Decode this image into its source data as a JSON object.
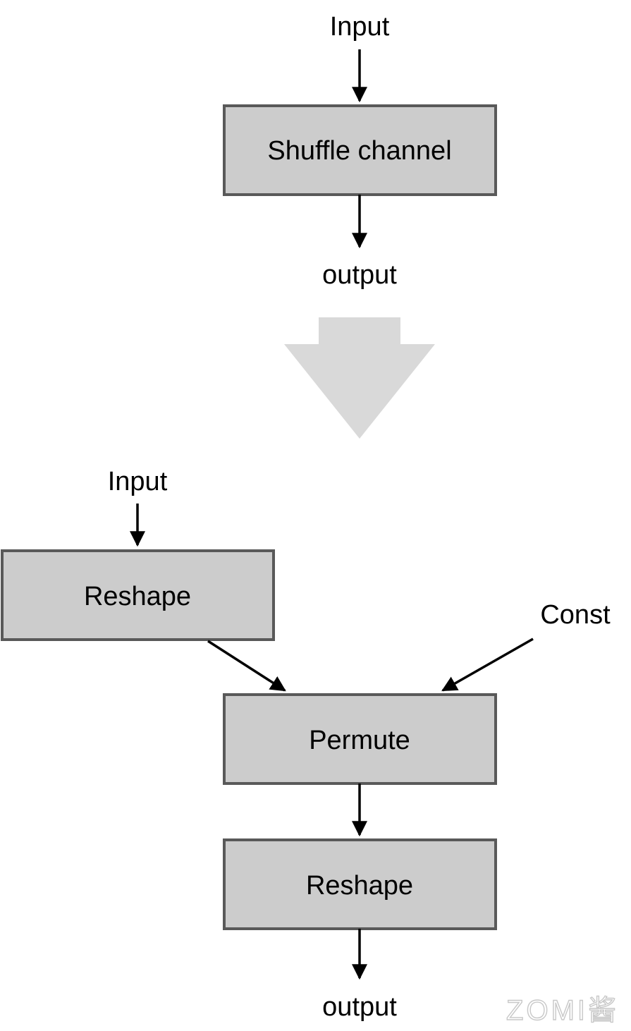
{
  "top": {
    "input_label": "Input",
    "node_label": "Shuffle channel",
    "output_label": "output"
  },
  "bottom": {
    "input_label": "Input",
    "reshape1_label": "Reshape",
    "const_label": "Const",
    "permute_label": "Permute",
    "reshape2_label": "Reshape",
    "output_label": "output"
  },
  "watermark": "ZOMI酱",
  "colors": {
    "node_fill": "#cccccc",
    "node_border": "#595959",
    "transform_arrow": "#d9d9d9",
    "edge": "#000000"
  }
}
